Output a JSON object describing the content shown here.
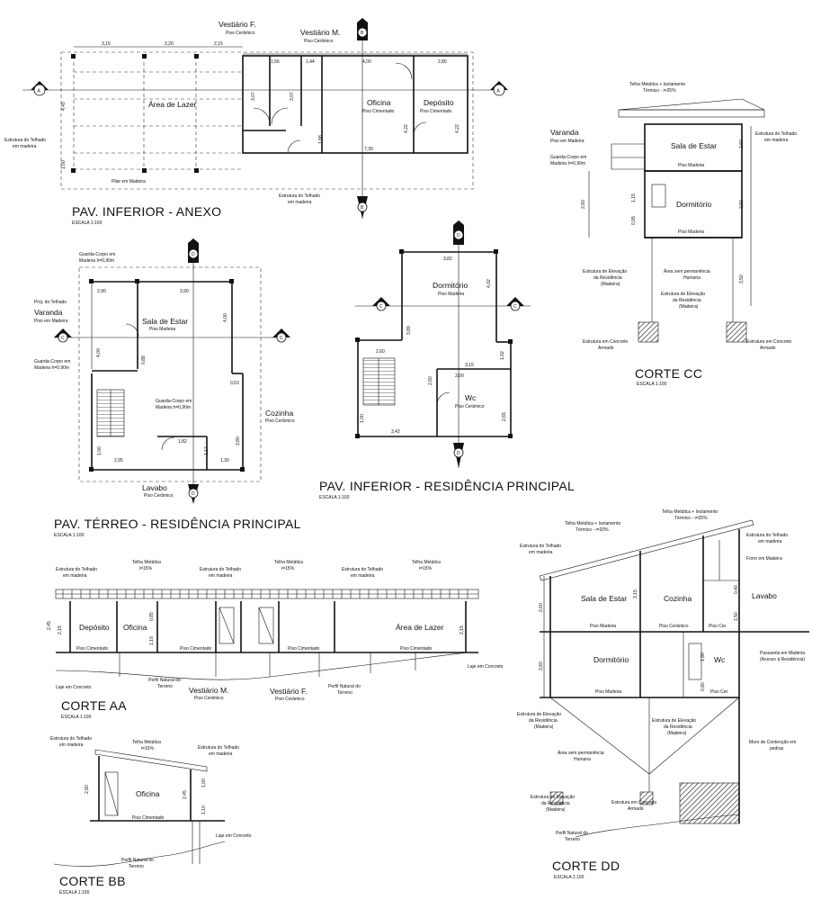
{
  "titles": {
    "anexo": "PAV. INFERIOR - ANEXO",
    "terreo": "PAV. TÉRREO - RESIDÊNCIA PRINCIPAL",
    "inferior": "PAV. INFERIOR - RESIDÊNCIA PRINCIPAL",
    "corte_aa": "CORTE AA",
    "corte_bb": "CORTE BB",
    "corte_cc": "CORTE CC",
    "corte_dd": "CORTE DD",
    "escala": "ESCALA 1:100"
  },
  "section_markers": [
    "A",
    "B",
    "C",
    "D"
  ],
  "anexo": {
    "rooms": {
      "vestiario_f": "Vestiário F.",
      "vestiario_f_floor": "Piso Cerâmico",
      "vestiario_m": "Vestiário M.",
      "vestiario_m_floor": "Piso Cerâmico",
      "area_lazer": "Área de Lazer",
      "oficina": "Oficina",
      "oficina_floor": "Piso Cimentado",
      "deposito": "Depósito",
      "deposito_floor": "Piso Cimentado"
    },
    "notes": {
      "estrutura_left": "Estrutura do Telhado",
      "estrutura_left2": "em madeira",
      "pilar": "Pilar em Madeira",
      "estrutura_bottom": "Estrutura do Telhado",
      "estrutura_bottom2": "em madeira"
    },
    "dims": {
      "d1": "3,15",
      "d2": "2,20",
      "d3": "2,15",
      "d4": "1,56",
      "d5": "1,44",
      "d6": "4,00",
      "d7": "2,80",
      "d8": "4,45",
      "d9": "7,30",
      "d10": "3,07",
      "d11": "3,07",
      "d12": "4,22",
      "d13": "4,22",
      "d14": "1,88",
      "d15": "1,00"
    }
  },
  "terreo": {
    "rooms": {
      "sala": "Sala de Estar",
      "sala_floor": "Piso Madeira",
      "varanda": "Varanda",
      "varanda_floor": "Piso em Madeira",
      "cozinha": "Cozinha",
      "cozinha_floor": "Piso Cerâmico",
      "lavabo": "Lavabo",
      "lavabo_floor": "Piso Cerâmico"
    },
    "notes": {
      "guarda1": "Guarda-Corpo em",
      "guarda1b": "Madeira h=0,90m",
      "proj": "Proj. do Telhado",
      "guarda2": "Guarda-Corpo em",
      "guarda2b": "Madeira h=0,90m",
      "guarda3": "Guarda-Corpo em",
      "guarda3b": "Madeira h=0,90m"
    },
    "dims": {
      "d1": "2,90",
      "d2": "3,90",
      "d3": "4,00",
      "d4": "4,00",
      "d5": "0,63",
      "d6": "1,82",
      "d7": "2,95",
      "d8": "1,30",
      "d9": "3,80",
      "d10": "1,17",
      "d11": "1,00",
      "d12": "0,88"
    }
  },
  "inferior": {
    "rooms": {
      "dormitorio": "Dormitório",
      "dormitorio_floor": "Piso Madeira",
      "wc": "Wc",
      "wc_floor": "Piso Cerâmico"
    },
    "dims": {
      "d1": "3,82",
      "d2": "4,02",
      "d3": "3,89",
      "d4": "2,60",
      "d5": "3,00",
      "d6": "3,15",
      "d7": "1,02",
      "d8": "2,60",
      "d9": "3,42",
      "d10": "1,00",
      "d11": "2,65"
    }
  },
  "corte_cc": {
    "labels": {
      "telha": "Telha Metálica + Isolamento",
      "telha2": "Térmico - i=25%",
      "estrutura": "Estrutura do Telhado",
      "estrutura2": "em madeira",
      "varanda": "Varanda",
      "varanda_floor": "Piso em Madeira",
      "guarda": "Guarda-Corpo em",
      "guarda2": "Madeira h=0,90m",
      "sala": "Sala de Estar",
      "sala_floor": "Piso Madeira",
      "dormitorio": "Dormitório",
      "dormitorio_floor": "Piso Madeira",
      "area": "Área sem permanência",
      "area2": "Humana",
      "est_elev": "Estrutura de Elevação",
      "est_elev2": "da Residência",
      "est_elev3": "(Madeira)",
      "est_elev_b": "Estrutura de Elevação",
      "est_elev_b2": "da Residência",
      "est_elev_b3": "(Madeira)",
      "estr_concreto": "Estrutura em Concreto",
      "estr_concreto2": "Armado",
      "estr_concreto_r": "Estrutura em Concreto",
      "estr_concreto_r2": "Armado"
    },
    "dims": {
      "d1": "2,60",
      "d2": "2,60",
      "d3": "3,50",
      "d4": "2,60",
      "d5": "1,15",
      "d6": "0,95"
    }
  },
  "corte_aa": {
    "labels": {
      "estrutura1": "Estrutura do Telhado",
      "estrutura1b": "em madeira",
      "telha1": "Telha Metálica",
      "telha1b": "i=15%",
      "estrutura2": "Estrutura do Telhado",
      "estrutura2b": "em madeira",
      "telha2": "Telha Metálica",
      "telha2b": "i=15%",
      "estrutura3": "Estrutura do Telhado",
      "estrutura3b": "em madeira",
      "telha3": "Telha Metálica",
      "telha3b": "i=15%",
      "deposito": "Depósito",
      "oficina": "Oficina",
      "area": "Área de Lazer",
      "piso1": "Piso Cimentado",
      "piso2": "Piso Cimentado",
      "piso3": "Piso Cimentado",
      "piso4": "Piso Cimentado",
      "vest_m": "Vestiário M.",
      "vest_m_floor": "Piso Cerâmico",
      "vest_f": "Vestiário F.",
      "vest_f_floor": "Piso Cerâmico",
      "laje": "Laje em Concreto",
      "perfil": "Perfil Natural do",
      "perfil2": "Terreno",
      "perfil_b": "Perfil Natural do",
      "perfil_b2": "Terreno",
      "laje2": "Laje em Concreto"
    },
    "dims": {
      "d1": "2,45",
      "d2": "2,15",
      "d3": "1,10",
      "d4": "0,85",
      "d5": "2,15"
    }
  },
  "corte_bb": {
    "labels": {
      "estrutura": "Estrutura do Telhado",
      "estrutura2": "em madeira",
      "telha": "Telha Metálica",
      "telha2": "i=15%",
      "estrutura_r": "Estrutura do Telhado",
      "estrutura_r2": "em madeira",
      "oficina": "Oficina",
      "piso": "Piso Cimentado",
      "laje": "Laje em Concreto",
      "perfil": "Perfil Natural do",
      "perfil2": "Terreno"
    },
    "dims": {
      "d1": "2,80",
      "d2": "2,45",
      "d3": "1,00",
      "d4": "1,10"
    }
  },
  "corte_dd": {
    "labels": {
      "telha": "Telha Metálica + Isolamento",
      "telha2": "Térmico - i=25%",
      "telha_b": "Telha Metálica + Isolamento",
      "telha_b2": "Térmico - i=20%",
      "estrutura": "Estrutura do Telhado",
      "estrutura2": "em madeira",
      "estrutura_r": "Estrutura do Telhado",
      "estrutura_r2": "em madeira",
      "forro": "Forro em Madeira",
      "sala": "Sala de Estar",
      "sala_floor": "Piso Madeira",
      "cozinha": "Cozinha",
      "cozinha_floor": "Piso Cerâmico",
      "lavabo": "Lavabo",
      "lavabo_floor": "Piso Cer.",
      "passarela": "Passarela em Madeira",
      "passarela2": "(Acesso à Residência)",
      "dormitorio": "Dormitório",
      "dormitorio_floor": "Piso Madeira",
      "wc": "Wc",
      "wc_floor": "Piso Cer.",
      "est_elev": "Estrutura de Elevação",
      "est_elev2": "da Residência",
      "est_elev3": "(Madeira)",
      "est_elev_c": "Estrutura de Elevação",
      "est_elev_c2": "da Residência",
      "est_elev_c3": "(Madeira)",
      "muro": "Muro de Contenção em",
      "muro2": "pedras",
      "area": "Área sem permanência",
      "area2": "Humana",
      "est_elev_b": "Estrutura de Elevação",
      "est_elev_b2": "da Residência",
      "est_elev_b3": "(Madeira)",
      "estr_conc": "Estrutura em Concreto",
      "estr_conc2": "Armado",
      "perfil": "Perfil Natural do",
      "perfil2": "Terreno"
    },
    "dims": {
      "d1": "2,60",
      "d2": "3,15",
      "d3": "1,50",
      "d4": "0,40",
      "d5": "2,60",
      "d6": "1,90",
      "d7": "0,80"
    }
  }
}
